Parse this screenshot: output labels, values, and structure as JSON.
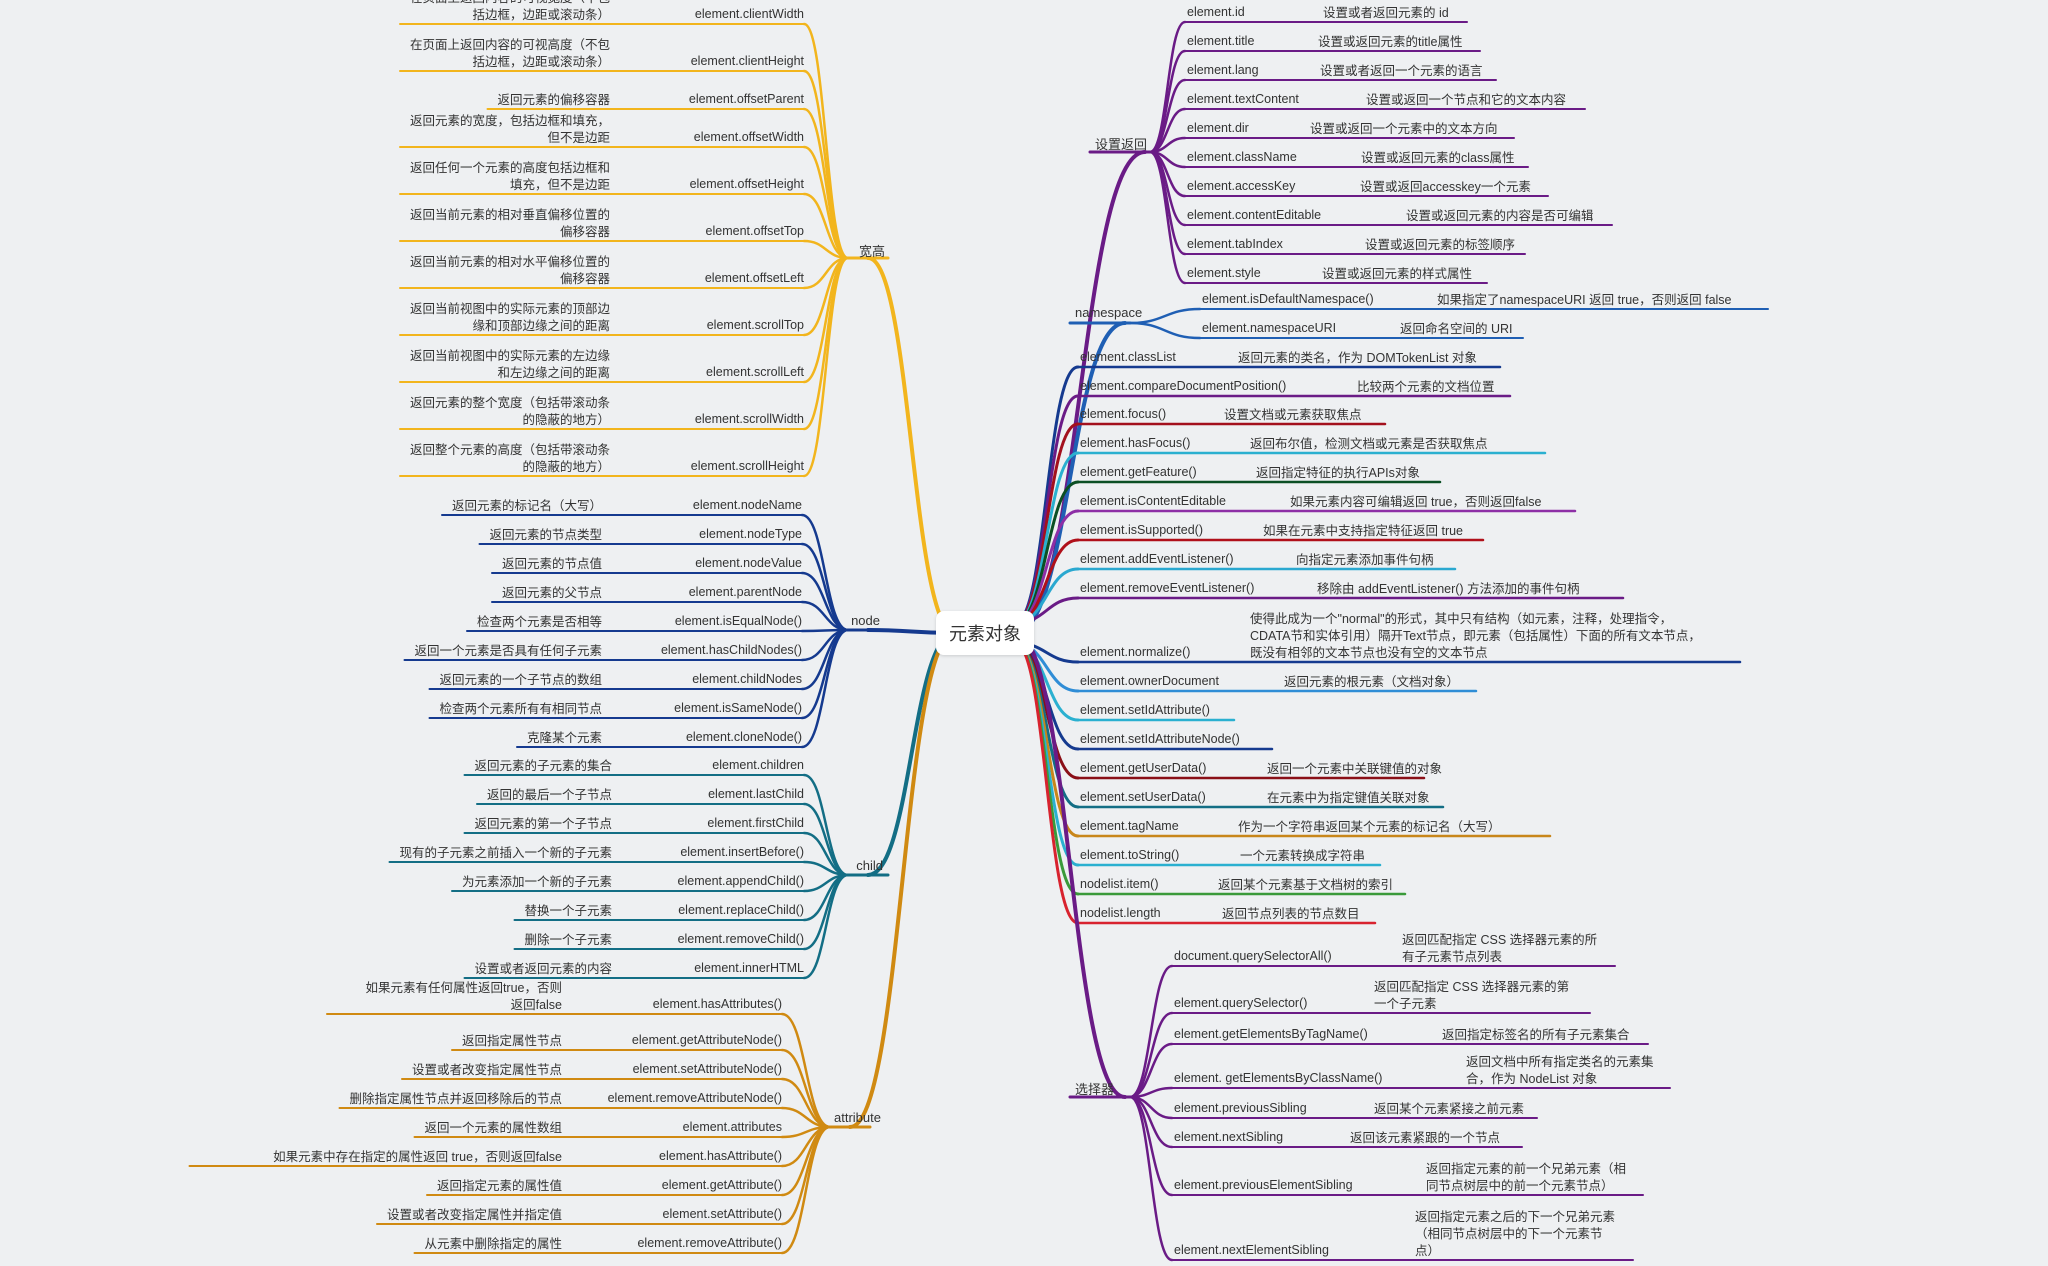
{
  "root": "元素对象",
  "left": [
    {
      "label": "宽高",
      "color": "#f2b51d",
      "items": [
        {
          "name": "element.clientWidth",
          "desc": [
            "在页面上返回内容的可视宽度（不包",
            "括边框，边距或滚动条）"
          ]
        },
        {
          "name": "element.clientHeight",
          "desc": [
            "在页面上返回内容的可视高度（不包",
            "括边框，边距或滚动条）"
          ]
        },
        {
          "name": "element.offsetParent",
          "desc": [
            "返回元素的偏移容器"
          ]
        },
        {
          "name": "element.offsetWidth",
          "desc": [
            "返回元素的宽度，包括边框和填充，",
            "但不是边距"
          ]
        },
        {
          "name": "element.offsetHeight",
          "desc": [
            "返回任何一个元素的高度包括边框和",
            "填充，但不是边距"
          ]
        },
        {
          "name": "element.offsetTop",
          "desc": [
            "返回当前元素的相对垂直偏移位置的",
            "偏移容器"
          ]
        },
        {
          "name": "element.offsetLeft",
          "desc": [
            "返回当前元素的相对水平偏移位置的",
            "偏移容器"
          ]
        },
        {
          "name": "element.scrollTop",
          "desc": [
            "返回当前视图中的实际元素的顶部边",
            "缘和顶部边缘之间的距离"
          ]
        },
        {
          "name": "element.scrollLeft",
          "desc": [
            "返回当前视图中的实际元素的左边缘",
            "和左边缘之间的距离"
          ]
        },
        {
          "name": "element.scrollWidth",
          "desc": [
            "返回元素的整个宽度（包括带滚动条",
            "的隐蔽的地方）"
          ]
        },
        {
          "name": "element.scrollHeight",
          "desc": [
            "返回整个元素的高度（包括带滚动条",
            "的隐蔽的地方）"
          ]
        }
      ]
    },
    {
      "label": "node",
      "color": "#153a8f",
      "items": [
        {
          "name": "element.nodeName",
          "desc": [
            "返回元素的标记名（大写）"
          ]
        },
        {
          "name": "element.nodeType",
          "desc": [
            "返回元素的节点类型"
          ]
        },
        {
          "name": "element.nodeValue",
          "desc": [
            "返回元素的节点值"
          ]
        },
        {
          "name": "element.parentNode",
          "desc": [
            "返回元素的父节点"
          ]
        },
        {
          "name": "element.isEqualNode()",
          "desc": [
            "检查两个元素是否相等"
          ]
        },
        {
          "name": "element.hasChildNodes()",
          "desc": [
            "返回一个元素是否具有任何子元素"
          ]
        },
        {
          "name": "element.childNodes",
          "desc": [
            "返回元素的一个子节点的数组"
          ]
        },
        {
          "name": "element.isSameNode()",
          "desc": [
            "检查两个元素所有有相同节点"
          ]
        },
        {
          "name": "element.cloneNode()",
          "desc": [
            "克隆某个元素"
          ]
        }
      ]
    },
    {
      "label": "child",
      "color": "#136e85",
      "items": [
        {
          "name": "element.children",
          "desc": [
            "返回元素的子元素的集合"
          ]
        },
        {
          "name": "element.lastChild",
          "desc": [
            "返回的最后一个子节点"
          ]
        },
        {
          "name": "element.firstChild",
          "desc": [
            "返回元素的第一个子节点"
          ]
        },
        {
          "name": "element.insertBefore()",
          "desc": [
            "现有的子元素之前插入一个新的子元素"
          ]
        },
        {
          "name": "element.appendChild()",
          "desc": [
            "为元素添加一个新的子元素"
          ]
        },
        {
          "name": "element.replaceChild()",
          "desc": [
            "替换一个子元素"
          ]
        },
        {
          "name": "element.removeChild()",
          "desc": [
            "删除一个子元素"
          ]
        },
        {
          "name": "element.innerHTML",
          "desc": [
            "设置或者返回元素的内容"
          ]
        }
      ]
    },
    {
      "label": "attribute",
      "color": "#d08a12",
      "items": [
        {
          "name": "element.hasAttributes()",
          "desc": [
            "如果元素有任何属性返回true，否则",
            "返回false"
          ]
        },
        {
          "name": "element.getAttributeNode()",
          "desc": [
            "返回指定属性节点"
          ]
        },
        {
          "name": "element.setAttributeNode()",
          "desc": [
            "设置或者改变指定属性节点"
          ]
        },
        {
          "name": "element.removeAttributeNode()",
          "desc": [
            "删除指定属性节点并返回移除后的节点"
          ]
        },
        {
          "name": "element.attributes",
          "desc": [
            "返回一个元素的属性数组"
          ]
        },
        {
          "name": "element.hasAttribute()",
          "desc": [
            "如果元素中存在指定的属性返回 true，否则返回false"
          ]
        },
        {
          "name": "element.getAttribute()",
          "desc": [
            "返回指定元素的属性值"
          ]
        },
        {
          "name": "element.setAttribute()",
          "desc": [
            "设置或者改变指定属性并指定值"
          ]
        },
        {
          "name": "element.removeAttribute()",
          "desc": [
            "从元素中删除指定的属性"
          ]
        }
      ]
    }
  ],
  "right_top": {
    "label": "设置返回",
    "color": "#6a1b86",
    "items": [
      {
        "name": "element.id",
        "desc": [
          "设置或者返回元素的 id"
        ]
      },
      {
        "name": "element.title",
        "desc": [
          "设置或返回元素的title属性"
        ]
      },
      {
        "name": "element.lang",
        "desc": [
          "设置或者返回一个元素的语言"
        ]
      },
      {
        "name": "element.textContent",
        "desc": [
          "设置或返回一个节点和它的文本内容"
        ]
      },
      {
        "name": "element.dir",
        "desc": [
          "设置或返回一个元素中的文本方向"
        ]
      },
      {
        "name": "element.className",
        "desc": [
          "设置或返回元素的class属性"
        ]
      },
      {
        "name": "element.accessKey",
        "desc": [
          "设置或返回accesskey一个元素"
        ]
      },
      {
        "name": "element.contentEditable",
        "desc": [
          "设置或返回元素的内容是否可编辑"
        ]
      },
      {
        "name": "element.tabIndex",
        "desc": [
          "设置或返回元素的标签顺序"
        ]
      },
      {
        "name": "element.style",
        "desc": [
          "设置或返回元素的样式属性"
        ]
      }
    ]
  },
  "namespace": {
    "label": "namespace",
    "color": "#1f5fb4",
    "items": [
      {
        "name": "element.isDefaultNamespace()",
        "desc": [
          "如果指定了namespaceURI 返回 true，否则返回 false"
        ]
      },
      {
        "name": "element.namespaceURI",
        "desc": [
          "返回命名空间的 URI"
        ]
      }
    ]
  },
  "right_direct": [
    {
      "name": "element.classList",
      "desc": [
        "返回元素的类名，作为 DOMTokenList 对象"
      ],
      "color": "#153a8f"
    },
    {
      "name": "element.compareDocumentPosition()",
      "desc": [
        "比较两个元素的文档位置"
      ],
      "color": "#6a1b86"
    },
    {
      "name": "element.focus()",
      "desc": [
        "设置文档或元素获取焦点"
      ],
      "color": "#a3101d"
    },
    {
      "name": "element.hasFocus()",
      "desc": [
        "返回布尔值，检测文档或元素是否获取焦点"
      ],
      "color": "#2ab0d0"
    },
    {
      "name": "element.getFeature()",
      "desc": [
        "返回指定特征的执行APIs对象"
      ],
      "color": "#0b4f24"
    },
    {
      "name": "element.isContentEditable",
      "desc": [
        "如果元素内容可编辑返回 true，否则返回false"
      ],
      "color": "#8d2fa6"
    },
    {
      "name": "element.isSupported()",
      "desc": [
        "如果在元素中支持指定特征返回 true"
      ],
      "color": "#b0101a"
    },
    {
      "name": "element.addEventListener()",
      "desc": [
        "向指定元素添加事件句柄"
      ],
      "color": "#2aa8d0"
    },
    {
      "name": "element.removeEventListener()",
      "desc": [
        "移除由 addEventListener() 方法添加的事件句柄"
      ],
      "color": "#6a1b86"
    },
    {
      "name": "element.normalize()",
      "desc": [
        "使得此成为一个\"normal\"的形式，其中只有结构（如元素，注释，处理指令，",
        "CDATA节和实体引用）隔开Text节点，即元素（包括属性）下面的所有文本节点，",
        "既没有相邻的文本节点也没有空的文本节点"
      ],
      "color": "#153a8f"
    },
    {
      "name": "element.ownerDocument",
      "desc": [
        "返回元素的根元素（文档对象）"
      ],
      "color": "#2f8dd6"
    },
    {
      "name": "element.setIdAttribute()",
      "desc": [],
      "color": "#2ab0d0"
    },
    {
      "name": "element.setIdAttributeNode()",
      "desc": [],
      "color": "#153a8f"
    },
    {
      "name": "element.getUserData()",
      "desc": [
        "返回一个元素中关联键值的对象"
      ],
      "color": "#8a0f17"
    },
    {
      "name": "element.setUserData()",
      "desc": [
        "在元素中为指定键值关联对象"
      ],
      "color": "#136e85"
    },
    {
      "name": "element.tagName",
      "desc": [
        "作为一个字符串返回某个元素的标记名（大写）"
      ],
      "color": "#c8861a"
    },
    {
      "name": "element.toString()",
      "desc": [
        "一个元素转换成字符串"
      ],
      "color": "#2ab0d0"
    },
    {
      "name": "nodelist.item()",
      "desc": [
        "返回某个元素基于文档树的索引"
      ],
      "color": "#3a9a3a"
    },
    {
      "name": "nodelist.length",
      "desc": [
        "返回节点列表的节点数目"
      ],
      "color": "#d8232f"
    }
  ],
  "selector": {
    "label": "选择器",
    "color": "#6a1b86",
    "items": [
      {
        "name": "document.querySelectorAll()",
        "desc": [
          "返回匹配指定 CSS 选择器元素的所",
          "有子元素节点列表"
        ]
      },
      {
        "name": "element.querySelector()",
        "desc": [
          "返回匹配指定 CSS 选择器元素的第",
          "一个子元素"
        ]
      },
      {
        "name": "element.getElementsByTagName()",
        "desc": [
          "返回指定标签名的所有子元素集合"
        ]
      },
      {
        "name": "element. getElementsByClassName()",
        "desc": [
          "返回文档中所有指定类名的元素集",
          "合，作为 NodeList 对象"
        ]
      },
      {
        "name": "element.previousSibling",
        "desc": [
          "返回某个元素紧接之前元素"
        ]
      },
      {
        "name": "element.nextSibling",
        "desc": [
          "返回该元素紧跟的一个节点"
        ]
      },
      {
        "name": "element.previousElementSibling",
        "desc": [
          "返回指定元素的前一个兄弟元素（相",
          "同节点树层中的前一个元素节点）"
        ]
      },
      {
        "name": "element.nextElementSibling",
        "desc": [
          "返回指定元素之后的下一个兄弟元素",
          "（相同节点树层中的下一个元素节",
          "点）"
        ]
      }
    ]
  }
}
